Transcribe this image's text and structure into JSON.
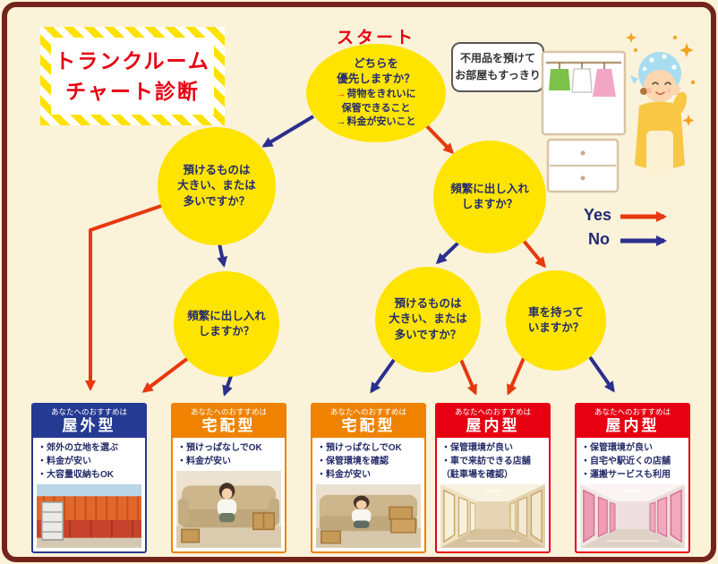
{
  "app": {
    "background_color": "#fbf2da",
    "frame_color": "#73241a",
    "node_color": "#ffe400",
    "yes_color": "#e8380e",
    "no_color": "#2b2f8e"
  },
  "title_box": {
    "line1": "トランクルーム",
    "line2": "チャート診断",
    "text_color": "#e60012",
    "stripe_color": "#ffe100"
  },
  "start": {
    "label": "スタート"
  },
  "speech_bubble": {
    "line1": "不用品を預けて",
    "line2": "お部屋もすっきり"
  },
  "legend": {
    "yes_label": "Yes",
    "no_label": "No"
  },
  "nodes": {
    "start_question": {
      "line1": "どちらを",
      "line2": "優先しますか？",
      "opt1_arrow": "→",
      "opt1_line1": "荷物をきれいに",
      "opt1_line2": "保管できること",
      "opt2_arrow": "→",
      "opt2_line1": "料金が安いこと"
    },
    "q_left_size": {
      "line1": "預けるものは",
      "line2": "大きい、または",
      "line3": "多いですか？"
    },
    "q_right_freq": {
      "line1": "頻繁に出し入れ",
      "line2": "しますか？"
    },
    "q_mid_freq": {
      "line1": "頻繁に出し入れ",
      "line2": "しますか？"
    },
    "q_mid_size": {
      "line1": "預けるものは",
      "line2": "大きい、または",
      "line3": "多いですか？"
    },
    "q_car": {
      "line1": "車を持って",
      "line2": "いますか？"
    }
  },
  "cards": [
    {
      "recommend": "あなたへのおすすめは",
      "type": "屋外型",
      "color": "#253a92",
      "lines": [
        "・郊外の立地を選ぶ",
        "・料金が安い",
        "・大容量収納もOK"
      ]
    },
    {
      "recommend": "あなたへのおすすめは",
      "type": "宅配型",
      "color": "#ef8200",
      "lines": [
        "・預けっぱなしでOK",
        "・料金が安い"
      ]
    },
    {
      "recommend": "あなたへのおすすめは",
      "type": "宅配型",
      "color": "#ef8200",
      "lines": [
        "・預けっぱなしでOK",
        "・保管環境を確認",
        "・料金が安い"
      ]
    },
    {
      "recommend": "あなたへのおすすめは",
      "type": "屋内型",
      "color": "#e60012",
      "lines": [
        "・保管環境が良い",
        "・車で来訪できる店舗",
        "（駐車場を確認）"
      ]
    },
    {
      "recommend": "あなたへのおすすめは",
      "type": "屋内型",
      "color": "#e60012",
      "lines": [
        "・保管環境が良い",
        "・自宅や駅近くの店舗",
        "・運搬サービスも利用"
      ]
    }
  ]
}
